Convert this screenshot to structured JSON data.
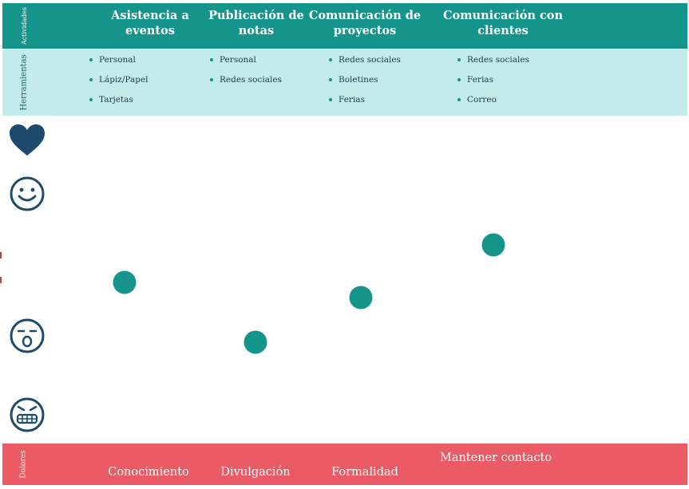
{
  "rows": {
    "activities_label": "Actividades",
    "tools_label": "Herramientas",
    "pains_label": "Dolores"
  },
  "activities": [
    {
      "title": "Asistencia a eventos",
      "tools": [
        "Personal",
        "Lápiz/Papel",
        "Tarjetas"
      ],
      "pain": "Conocimiento"
    },
    {
      "title": "Publicación de notas",
      "tools": [
        "Personal",
        "Redes sociales"
      ],
      "pain": "Divulgación"
    },
    {
      "title": "Comunicación de proyectos",
      "tools": [
        "Redes sociales",
        "Boletines",
        "Ferias"
      ],
      "pain": "Formalidad"
    },
    {
      "title": "Comunicación con clientes",
      "tools": [
        "Redes sociales",
        "Ferias",
        "Correo"
      ],
      "pain": "Mantener contacto"
    }
  ],
  "emotion_scale": [
    "heart-icon",
    "smile-icon",
    "surprised-face-icon",
    "grimace-face-icon"
  ],
  "colors": {
    "activities_band": "#14948a",
    "tools_band": "#c2ecea",
    "pains_band": "#eb5b65",
    "dot": "#14948a",
    "icon": "#1e4a6b"
  }
}
